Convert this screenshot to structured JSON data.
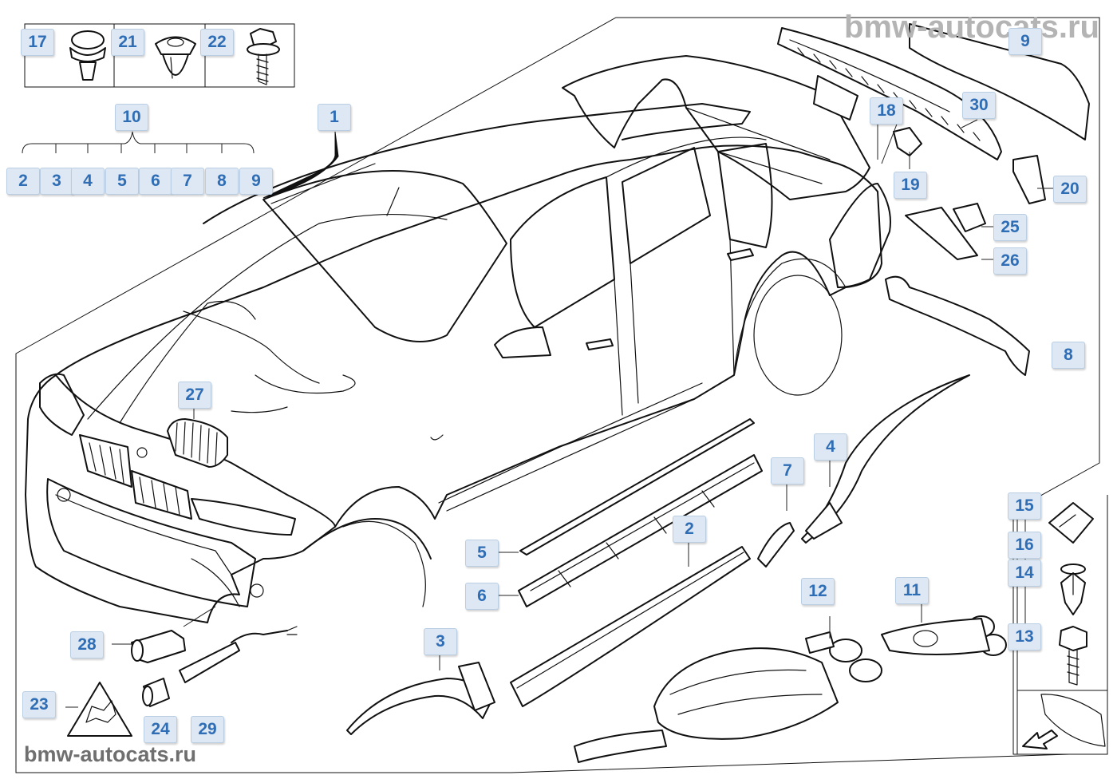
{
  "watermarks": {
    "top": "bmw-autocats.ru",
    "bottom": "bmw-autocats.ru"
  },
  "callouts": [
    {
      "id": "c17",
      "label": "17"
    },
    {
      "id": "c21",
      "label": "21"
    },
    {
      "id": "c22",
      "label": "22"
    },
    {
      "id": "c10",
      "label": "10"
    },
    {
      "id": "c1",
      "label": "1"
    },
    {
      "id": "c2a",
      "label": "2"
    },
    {
      "id": "c3a",
      "label": "3"
    },
    {
      "id": "c4a",
      "label": "4"
    },
    {
      "id": "c5a",
      "label": "5"
    },
    {
      "id": "c6a",
      "label": "6"
    },
    {
      "id": "c7a",
      "label": "7"
    },
    {
      "id": "c8a",
      "label": "8"
    },
    {
      "id": "c9a",
      "label": "9"
    },
    {
      "id": "c9b",
      "label": "9"
    },
    {
      "id": "c30",
      "label": "30"
    },
    {
      "id": "c18",
      "label": "18"
    },
    {
      "id": "c19",
      "label": "19"
    },
    {
      "id": "c20",
      "label": "20"
    },
    {
      "id": "c25",
      "label": "25"
    },
    {
      "id": "c26",
      "label": "26"
    },
    {
      "id": "c8b",
      "label": "8"
    },
    {
      "id": "c27",
      "label": "27"
    },
    {
      "id": "c4b",
      "label": "4"
    },
    {
      "id": "c7b",
      "label": "7"
    },
    {
      "id": "c2b",
      "label": "2"
    },
    {
      "id": "c5b",
      "label": "5"
    },
    {
      "id": "c6b",
      "label": "6"
    },
    {
      "id": "c3b",
      "label": "3"
    },
    {
      "id": "c12",
      "label": "12"
    },
    {
      "id": "c11",
      "label": "11"
    },
    {
      "id": "c15",
      "label": "15"
    },
    {
      "id": "c16",
      "label": "16"
    },
    {
      "id": "c14",
      "label": "14"
    },
    {
      "id": "c13",
      "label": "13"
    },
    {
      "id": "c28",
      "label": "28"
    },
    {
      "id": "c23",
      "label": "23"
    },
    {
      "id": "c24",
      "label": "24"
    },
    {
      "id": "c29",
      "label": "29"
    }
  ]
}
